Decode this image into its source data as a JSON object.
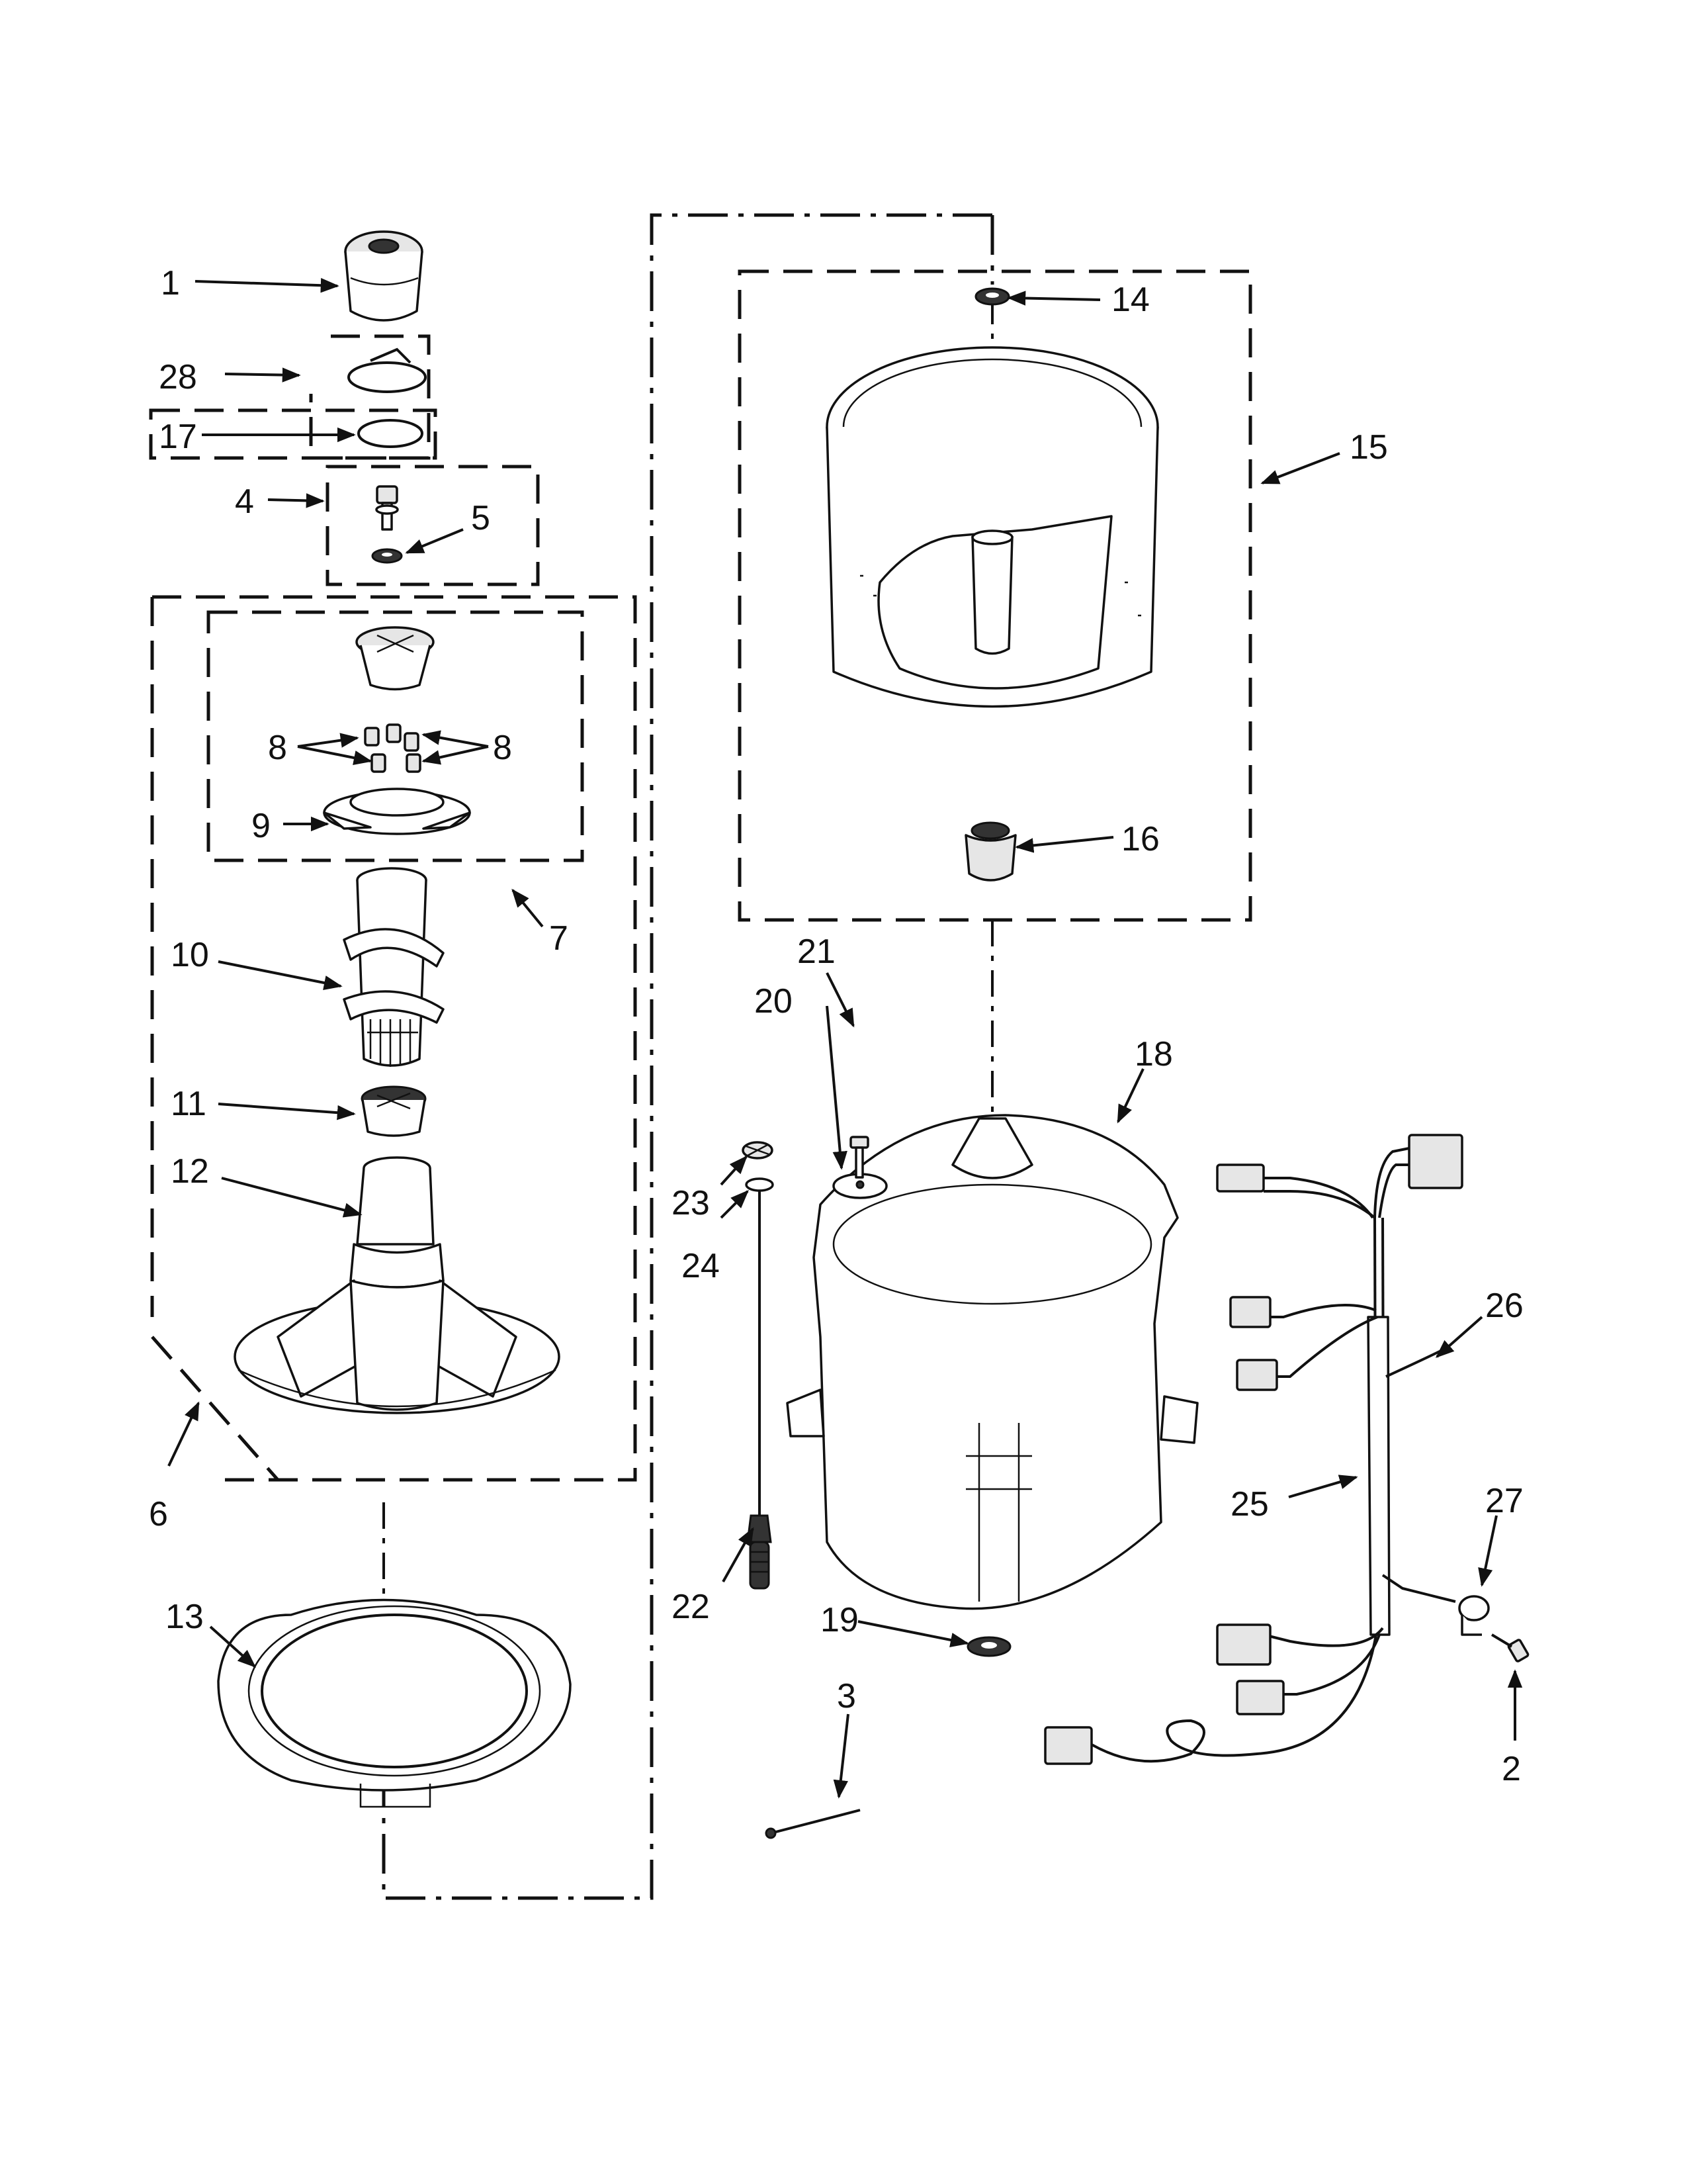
{
  "diagram": {
    "callouts": {
      "c1": "1",
      "c2": "2",
      "c3": "3",
      "c4": "4",
      "c5": "5",
      "c6": "6",
      "c7": "7",
      "c8a": "8",
      "c8b": "8",
      "c9": "9",
      "c10": "10",
      "c11": "11",
      "c12": "12",
      "c13": "13",
      "c14": "14",
      "c15": "15",
      "c16": "16",
      "c17": "17",
      "c18": "18",
      "c19": "19",
      "c20": "20",
      "c21": "21",
      "c22": "22",
      "c23": "23",
      "c24": "24",
      "c25": "25",
      "c26": "26",
      "c27": "27",
      "c28": "28"
    }
  }
}
